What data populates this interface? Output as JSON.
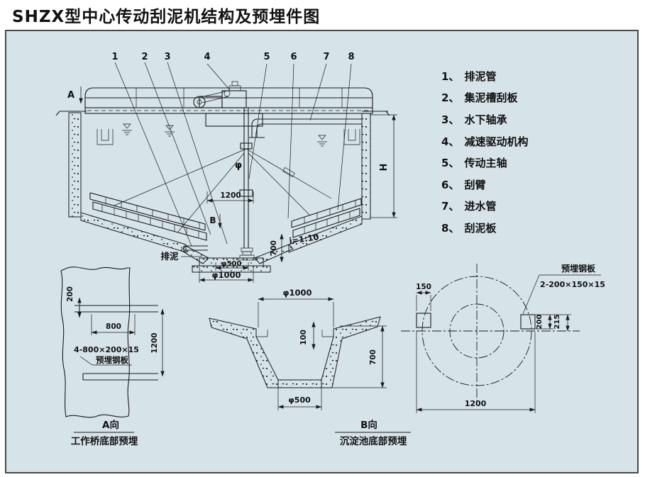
{
  "title": "SHZX型中心传动刮泥机结构及预埋件图",
  "callouts": [
    "1",
    "2",
    "3",
    "4",
    "5",
    "6",
    "7",
    "8"
  ],
  "legend": {
    "items": [
      {
        "n": "1、",
        "t": "排泥管"
      },
      {
        "n": "2、",
        "t": "集泥槽刮板"
      },
      {
        "n": "3、",
        "t": "水下轴承"
      },
      {
        "n": "4、",
        "t": "减速驱动机构"
      },
      {
        "n": "5、",
        "t": "传动主轴"
      },
      {
        "n": "6、",
        "t": "刮臂"
      },
      {
        "n": "7、",
        "t": "进水管"
      },
      {
        "n": "8、",
        "t": "刮泥板"
      }
    ]
  },
  "main_view": {
    "a": "A",
    "b": "B",
    "phi": "φ",
    "dim_span": "1200",
    "dim_depth": "700",
    "slope": "i=1:10",
    "dim_d500": "φ500",
    "dim_d1000": "φ1000",
    "dim_h": "H",
    "sludge": "排泥"
  },
  "detail_a": {
    "d200": "200",
    "d800": "800",
    "d1200": "1200",
    "spec": "4-800×200×15",
    "plate": "预埋钢板",
    "view": "A向",
    "caption": "工作桥底部预埋"
  },
  "detail_b": {
    "d1000": "φ1000",
    "d100": "100",
    "d700": "700",
    "d500": "φ500",
    "view": "B向",
    "caption": "沉淀池底部预埋"
  },
  "detail_c": {
    "plate": "预埋钢板",
    "spec": "2-200×150×15",
    "d150": "150",
    "d200": "200",
    "d215": "215",
    "d1200": "1200"
  },
  "colors": {
    "panel_bg": "#d6e4e9",
    "line": "#1a1a1a",
    "border": "#4a4a4a"
  }
}
